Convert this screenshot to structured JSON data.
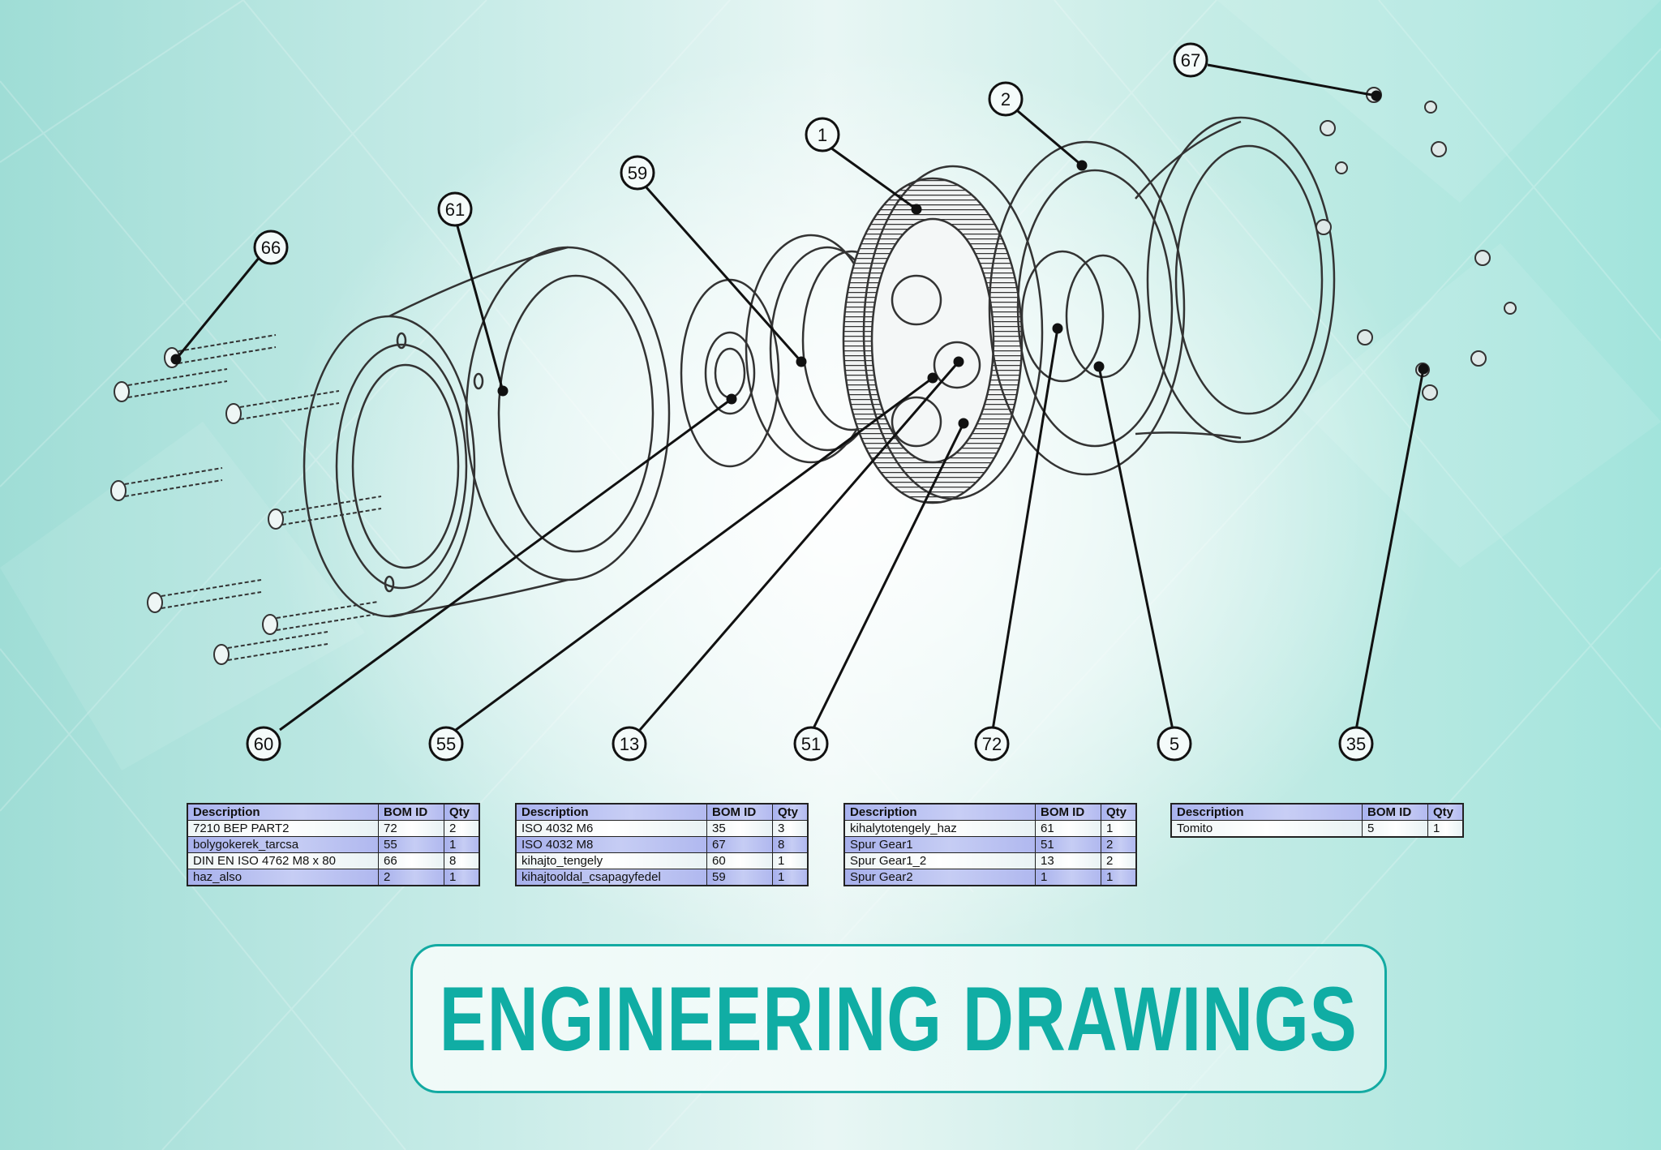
{
  "title": "ENGINEERING DRAWINGS",
  "colors": {
    "accent": "#10ada4",
    "background_left": "#9fddd6",
    "background_right": "#a2e4dc",
    "table_header": "#b3baf0",
    "table_row_alt": "#b0b8ef",
    "line": "#111111"
  },
  "callouts": [
    {
      "label": "66"
    },
    {
      "label": "61"
    },
    {
      "label": "59"
    },
    {
      "label": "1"
    },
    {
      "label": "2"
    },
    {
      "label": "67"
    },
    {
      "label": "60"
    },
    {
      "label": "55"
    },
    {
      "label": "13"
    },
    {
      "label": "51"
    },
    {
      "label": "72"
    },
    {
      "label": "5"
    },
    {
      "label": "35"
    }
  ],
  "bom_tables": [
    {
      "headers": [
        "Description",
        "BOM ID",
        "Qty"
      ],
      "rows": [
        [
          "7210 BEP  PART2",
          "72",
          "2"
        ],
        [
          "bolygokerek_tarcsa",
          "55",
          "1"
        ],
        [
          "DIN EN ISO 4762 M8 x 80",
          "66",
          "8"
        ],
        [
          "haz_also",
          "2",
          "1"
        ]
      ]
    },
    {
      "headers": [
        "Description",
        "BOM ID",
        "Qty"
      ],
      "rows": [
        [
          "ISO 4032 M6",
          "35",
          "3"
        ],
        [
          "ISO 4032 M8",
          "67",
          "8"
        ],
        [
          "kihajto_tengely",
          "60",
          "1"
        ],
        [
          "kihajtooldal_csapagyfedel",
          "59",
          "1"
        ]
      ]
    },
    {
      "headers": [
        "Description",
        "BOM ID",
        "Qty"
      ],
      "rows": [
        [
          "kihalytotengely_haz",
          "61",
          "1"
        ],
        [
          "Spur Gear1",
          "51",
          "2"
        ],
        [
          "Spur Gear1_2",
          "13",
          "2"
        ],
        [
          "Spur Gear2",
          "1",
          "1"
        ]
      ]
    },
    {
      "headers": [
        "Description",
        "BOM ID",
        "Qty"
      ],
      "rows": [
        [
          "Tomito",
          "5",
          "1"
        ]
      ]
    }
  ]
}
